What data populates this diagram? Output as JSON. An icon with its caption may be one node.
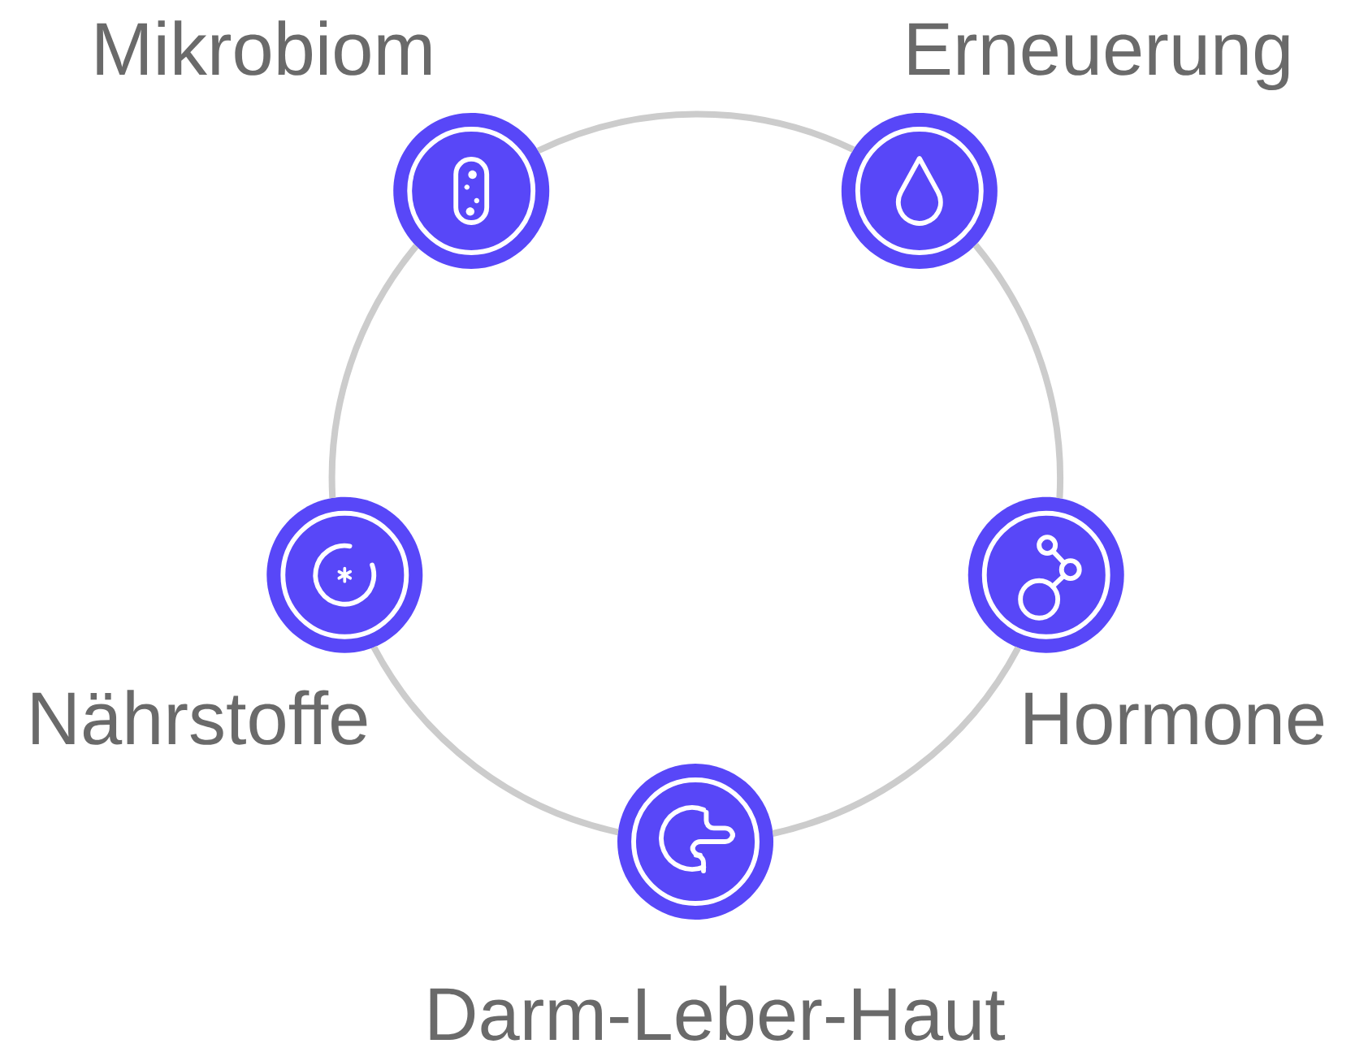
{
  "diagram": {
    "nodes": [
      {
        "text": [
          "Mikrobiom"
        ]
      },
      {
        "text": [
          "Erneuerung"
        ]
      },
      {
        "text": [
          "Nährstoffe"
        ]
      },
      {
        "text": [
          "Hormone"
        ]
      },
      {
        "text": [
          "Darm-Leber-Haut"
        ]
      }
    ],
    "edges": [
      {
        "from": 0,
        "to": 1,
        "arrow": "none"
      },
      {
        "from": 1,
        "to": 3,
        "arrow": "none"
      },
      {
        "from": 3,
        "to": 4,
        "arrow": "none"
      },
      {
        "from": 4,
        "to": 2,
        "arrow": "none"
      },
      {
        "from": 2,
        "to": 0,
        "arrow": "none"
      }
    ]
  }
}
